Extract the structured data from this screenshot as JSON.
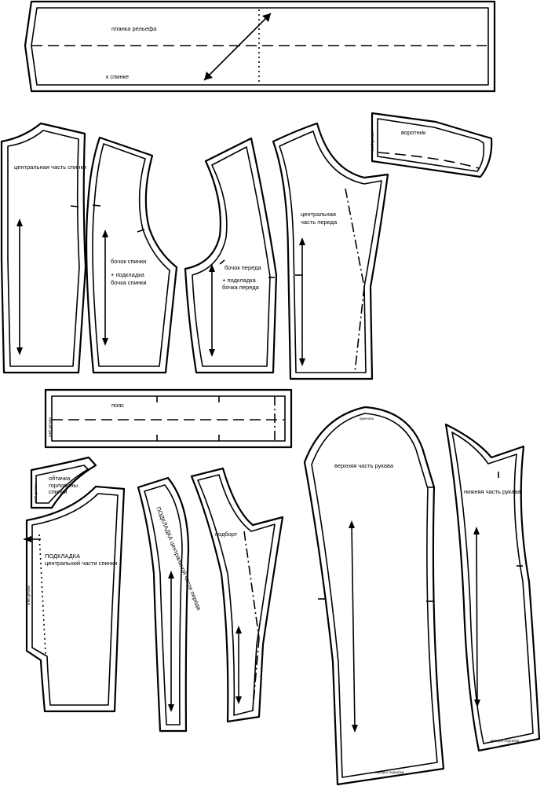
{
  "pieces": {
    "relief_placket": {
      "name": "планка рельефа",
      "note": "к спинке"
    },
    "back_center": {
      "name": "центральная часть спинки"
    },
    "back_side": {
      "name": "бочок спинки",
      "lining_line1": "+ подкладка",
      "lining_line2": "бочка спинки"
    },
    "front_side": {
      "name": "бочок переда",
      "lining_line1": "+ подкладка",
      "lining_line2": "бочка переда"
    },
    "front_center": {
      "name": "центральная",
      "name_line2": "часть переда"
    },
    "collar": {
      "name": "воротник",
      "fold": "сгиб детали"
    },
    "belt": {
      "name": "пояс",
      "fold": "сгиб детали"
    },
    "back_neck_facing": {
      "name": "обтачка",
      "name_line2": "горловины",
      "name_line3": "спинки",
      "fold": "сгиб детали"
    },
    "back_center_lining": {
      "name": "ПОДКЛАДКА",
      "name_line2": "центральной части спинки",
      "fold": "сгиб детали"
    },
    "front_center_lining": {
      "name": "ПОДКЛАДКА центральной части переда"
    },
    "front_facing": {
      "name": "подборт"
    },
    "upper_sleeve": {
      "name": "верхняя часть рукава",
      "top_note": "пригнать",
      "bottom_note": "припуск подгибки"
    },
    "under_sleeve": {
      "name": "нижняя часть рукава",
      "bottom_note": "припуск подгибки"
    }
  }
}
